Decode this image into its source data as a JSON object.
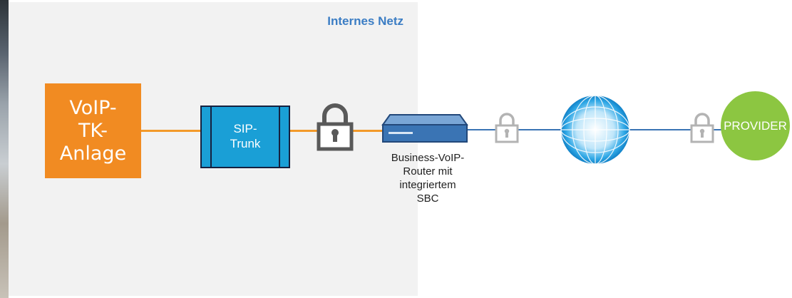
{
  "zone": {
    "title": "Internes Netz"
  },
  "pbx": {
    "line1": "VoIP-",
    "line2": "TK-",
    "line3": "Anlage"
  },
  "trunk": {
    "line1": "SIP-",
    "line2": "Trunk"
  },
  "router": {
    "line1": "Business-VoIP-",
    "line2": "Router mit",
    "line3": "integriertem",
    "line4": "SBC"
  },
  "provider": {
    "label": "PROVIDER"
  },
  "colors": {
    "internal_zone": "#f2f2f2",
    "zone_title": "#3b7dc4",
    "pbx": "#f18b22",
    "trunk": "#1a9fd6",
    "router": "#3a74b4",
    "globe": "#1ea2e3",
    "provider": "#8cc641",
    "orange_link": "#f39a2a",
    "blue_link": "#3a74b4"
  },
  "icons": [
    "padlock-dark-icon",
    "router-icon",
    "padlock-light-icon",
    "globe-icon"
  ]
}
